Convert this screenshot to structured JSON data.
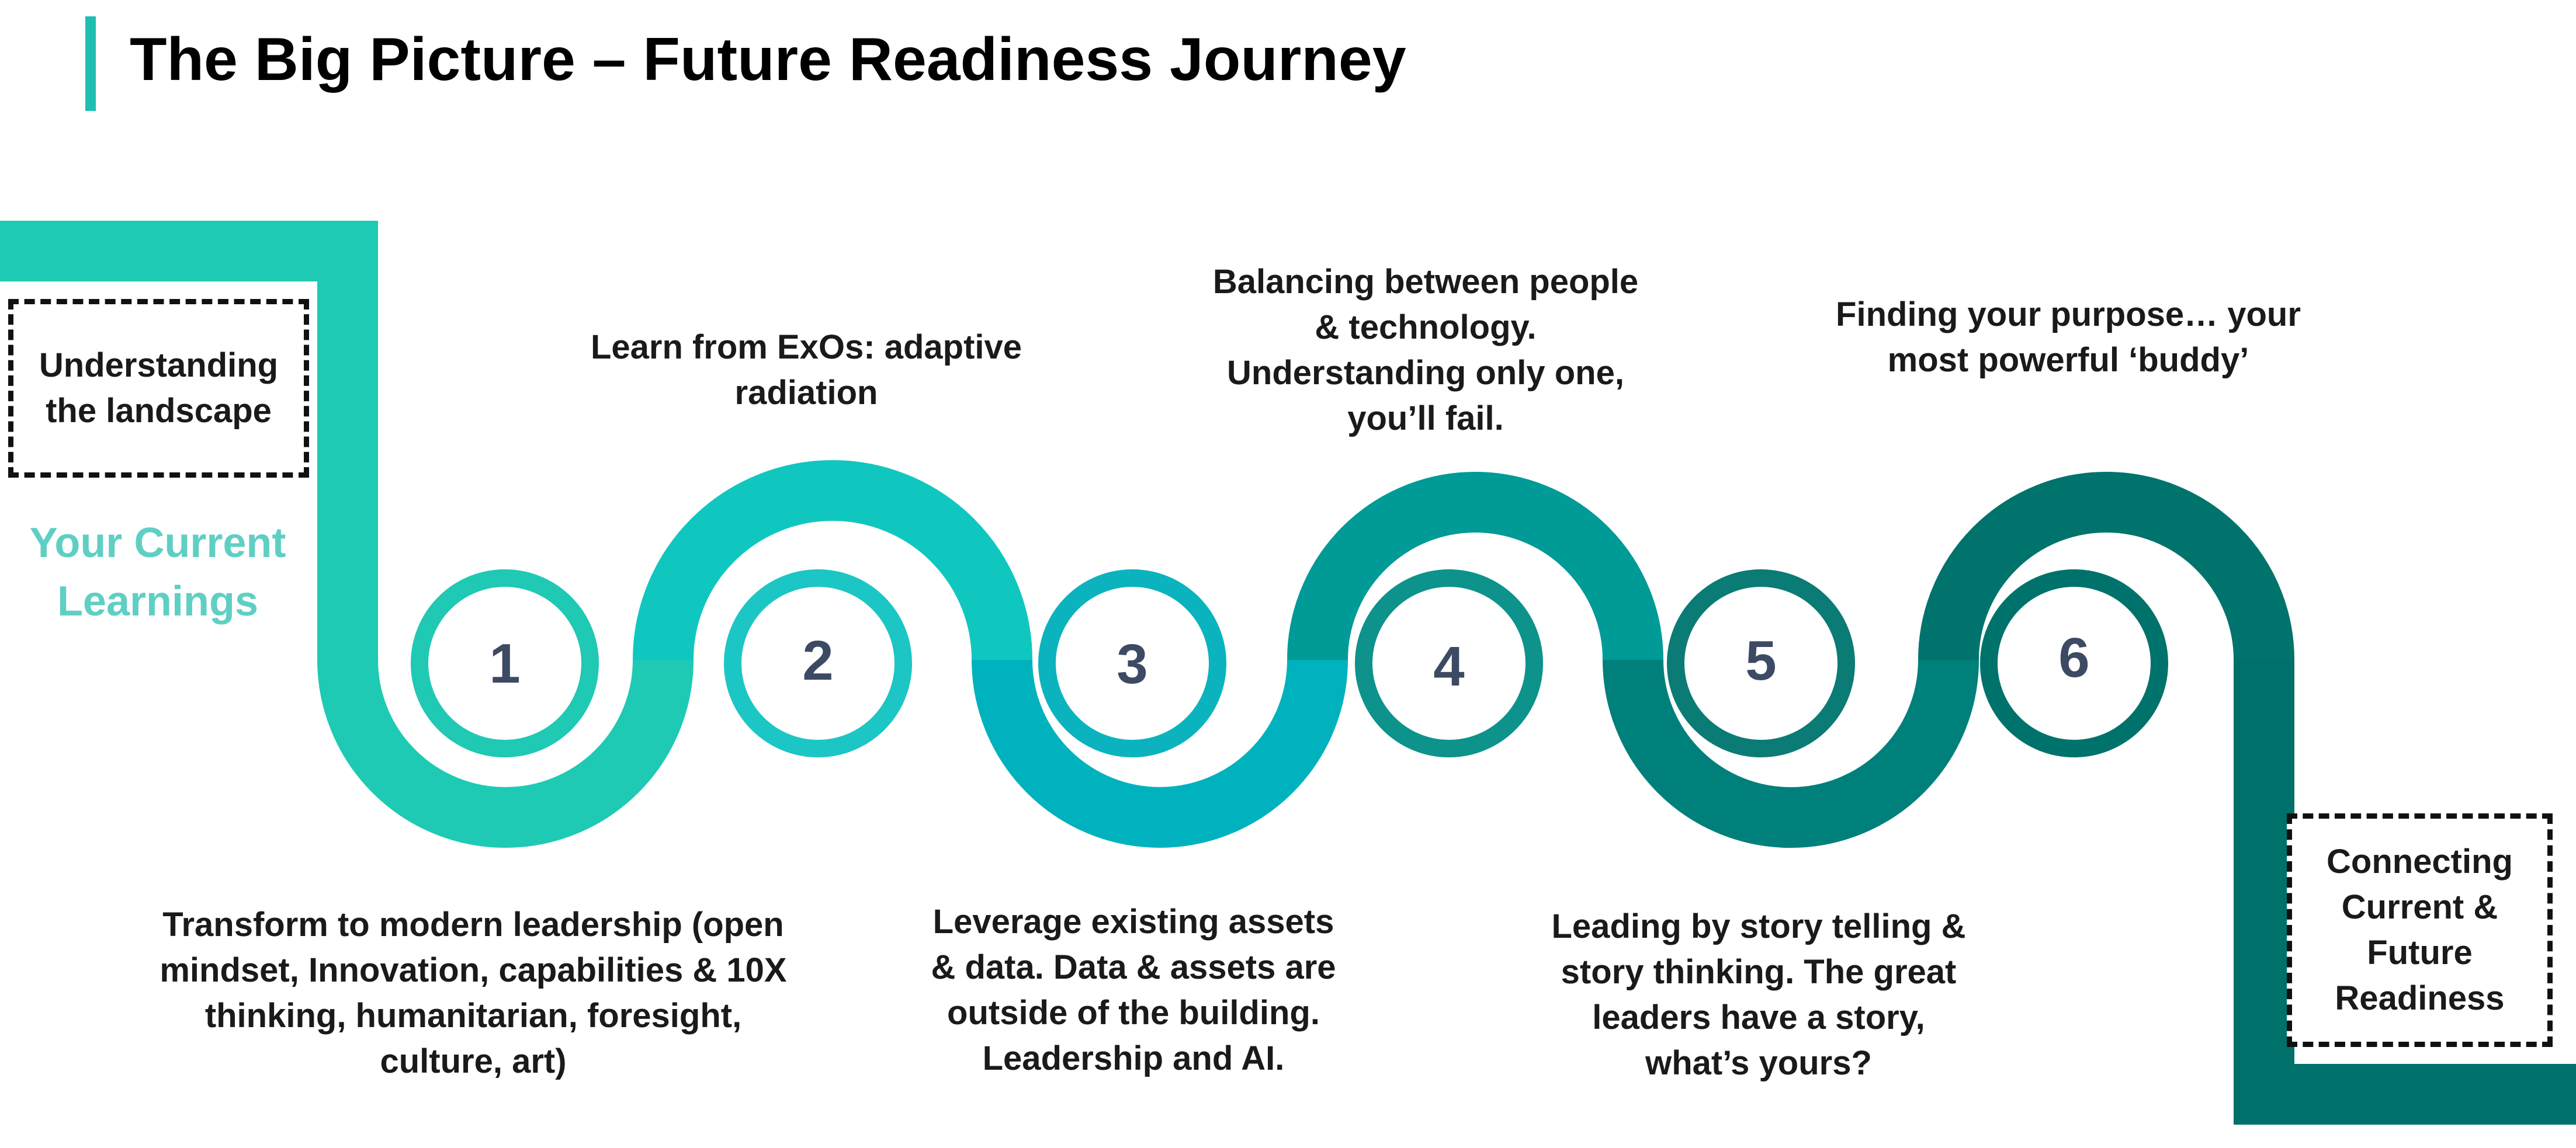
{
  "title": "The Big Picture – Future Readiness Journey",
  "colors": {
    "accent": "#1ebfb0",
    "path_start": "#1ecab3",
    "path_mid": "#00a9b8",
    "path_end": "#00706a",
    "current_learnings": "#5fcfc4",
    "number": "#3d4a63"
  },
  "start_box": {
    "text": "Understanding the landscape"
  },
  "current_learnings": {
    "text": "Your Current Learnings"
  },
  "end_box": {
    "text": "Connecting Current & Future Readiness"
  },
  "steps": [
    {
      "number": "1",
      "text": "Transform to modern leadership (open mindset, Innovation, capabilities & 10X thinking, humanitarian, foresight, culture, art)",
      "ring_color": "#1fc9b3"
    },
    {
      "number": "2",
      "text": "Learn from ExOs: adaptive radiation",
      "ring_color": "#1cc6c4"
    },
    {
      "number": "3",
      "text": "Leverage existing assets & data. Data & assets are outside of the building. Leadership and AI.",
      "ring_color": "#0bb3bf"
    },
    {
      "number": "4",
      "text": "Balancing between people & technology. Understanding only one, you’ll fail.",
      "ring_color": "#0d938b"
    },
    {
      "number": "5",
      "text": "Leading by story telling & story thinking. The great leaders have a story, what’s yours?",
      "ring_color": "#0b7b75"
    },
    {
      "number": "6",
      "text": "Finding your purpose… your most powerful ‘buddy’",
      "ring_color": "#00726c"
    }
  ]
}
